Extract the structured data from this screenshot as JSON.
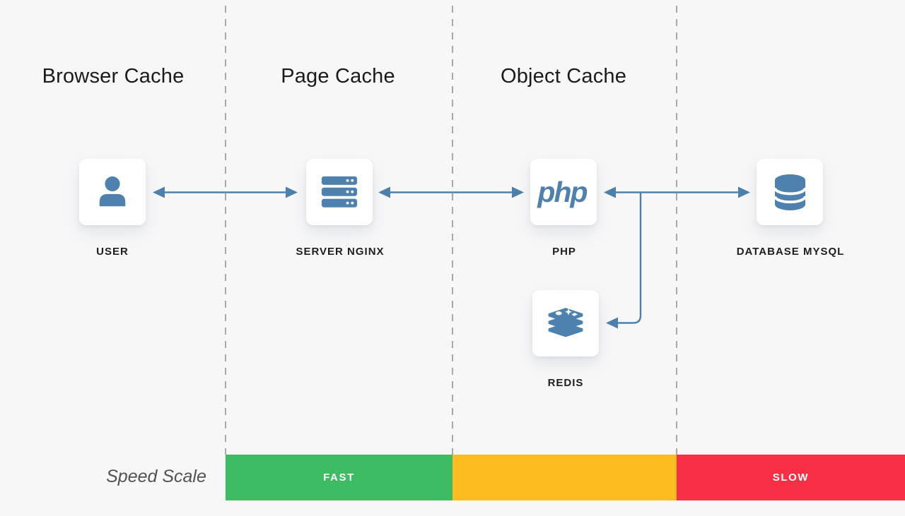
{
  "diagram": {
    "columns": [
      {
        "label": "Browser Cache"
      },
      {
        "label": "Page Cache"
      },
      {
        "label": "Object Cache"
      }
    ],
    "nodes": [
      {
        "id": "user",
        "label": "USER",
        "icon": "user-icon"
      },
      {
        "id": "server-nginx",
        "label": "SERVER NGINX",
        "icon": "server-icon"
      },
      {
        "id": "php",
        "label": "PHP",
        "icon": "php-logo",
        "logo_text": "php"
      },
      {
        "id": "database-mysql",
        "label": "DATABASE MYSQL",
        "icon": "database-icon"
      },
      {
        "id": "redis",
        "label": "REDIS",
        "icon": "redis-icon"
      }
    ],
    "connections": [
      {
        "from": "user",
        "to": "server-nginx",
        "direction": "bidirectional"
      },
      {
        "from": "server-nginx",
        "to": "php",
        "direction": "bidirectional"
      },
      {
        "from": "php",
        "to": "database-mysql",
        "direction": "bidirectional"
      },
      {
        "from": "php-database-mysql-line",
        "to": "redis",
        "direction": "one-way-into-redis"
      }
    ]
  },
  "speed_scale": {
    "title": "Speed Scale",
    "segments": [
      {
        "label": "FAST",
        "color": "#3dbc64"
      },
      {
        "label": "",
        "color": "#fdbd20"
      },
      {
        "label": "SLOW",
        "color": "#f92f46"
      }
    ]
  },
  "colors": {
    "background": "#f7f7f8",
    "accent_blue": "#4e81ad",
    "arrow_blue": "#4d80ac",
    "card_background": "#ffffff",
    "dashed_line": "#a9a9a9",
    "heading_text": "#1b1b1d",
    "label_text": "#1e1e20",
    "scale_title_text": "#515156",
    "fast_green": "#3dbc64",
    "medium_orange": "#fdbd20",
    "slow_red": "#f92f46"
  }
}
